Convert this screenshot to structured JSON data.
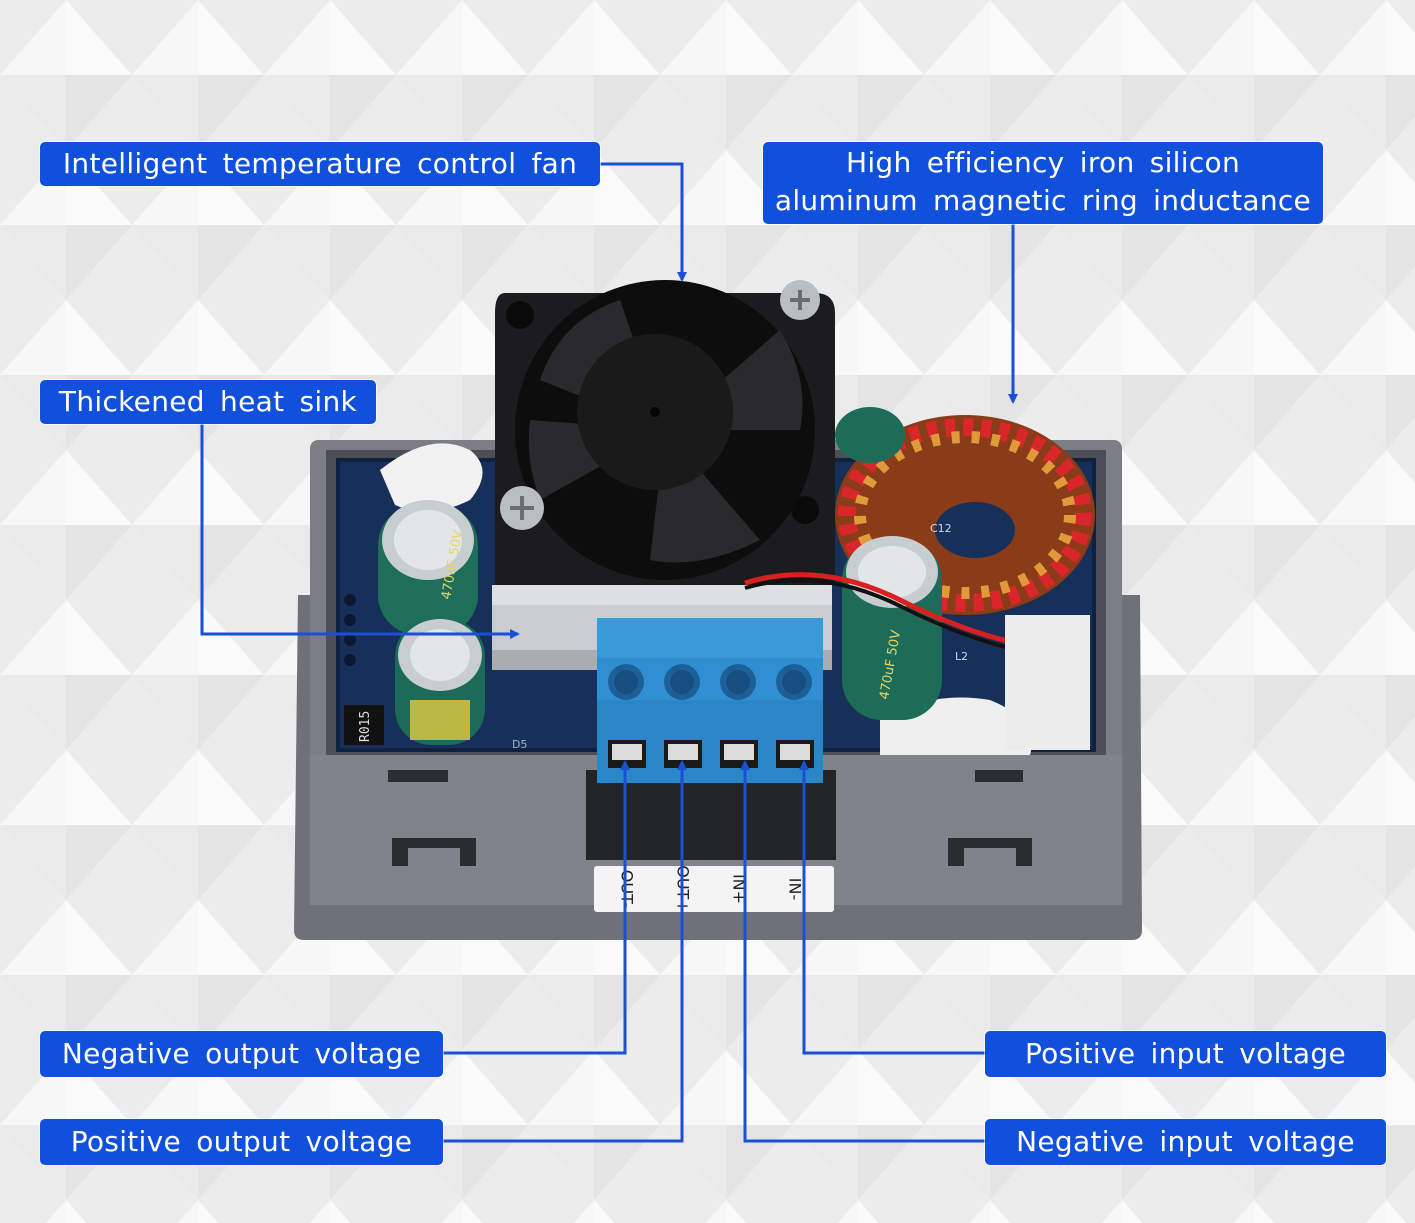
{
  "colors": {
    "label_blue": "#1050dc",
    "leader_blue": "#1a4fd6",
    "terminal_blue": "#2f8fd0",
    "housing_gray": "#767a80",
    "pcb_navy": "#17305a"
  },
  "callouts": {
    "fan": "Intelligent temperature control fan",
    "inductor_line1": "High efficiency iron silicon",
    "inductor_line2": "aluminum magnetic ring inductance",
    "heat_sink": "Thickened heat sink",
    "negative_output": "Negative output voltage",
    "positive_output": "Positive output voltage",
    "positive_input": "Positive input voltage",
    "negative_input": "Negative input voltage"
  },
  "terminal_labels": [
    "OUT-",
    "OUT+",
    "IN+",
    "IN-"
  ],
  "component_markings": {
    "capacitor_rating_1": "470uF 50V",
    "capacitor_rating_2": "470uF 50V",
    "resistor": "R015",
    "diode_ref": "D5",
    "inductor_ref": "L2",
    "capacitor_ref": "C12"
  }
}
